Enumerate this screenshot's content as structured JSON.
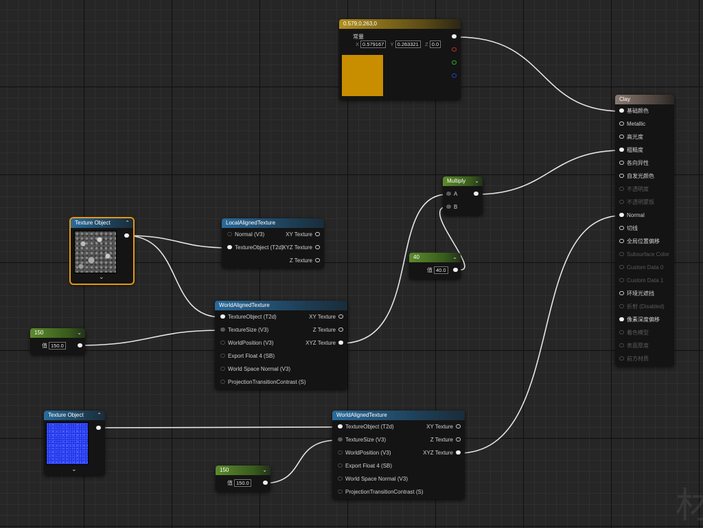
{
  "constant3": {
    "title": "0.579,0.263,0",
    "label": "常量",
    "axes": [
      "X",
      "Y",
      "Z"
    ],
    "x": "0.579167",
    "y": "0.263321",
    "z": "0.0",
    "swatch_color": "#c98e00"
  },
  "clay": {
    "title": "Clay",
    "inputs": [
      {
        "label": "基础颜色",
        "active": true
      },
      {
        "label": "Metallic",
        "active": true
      },
      {
        "label": "高光度",
        "active": true
      },
      {
        "label": "粗糙度",
        "active": true
      },
      {
        "label": "各向异性",
        "active": true
      },
      {
        "label": "自发光颜色",
        "active": true
      },
      {
        "label": "不透明度",
        "active": false
      },
      {
        "label": "不透明蒙版",
        "active": false
      },
      {
        "label": "Normal",
        "active": true
      },
      {
        "label": "切线",
        "active": true
      },
      {
        "label": "全局位置偏移",
        "active": true
      },
      {
        "label": "Subsurface Color",
        "active": false
      },
      {
        "label": "Custom Data 0",
        "active": false
      },
      {
        "label": "Custom Data 1",
        "active": false
      },
      {
        "label": "环境光遮挡",
        "active": true
      },
      {
        "label": "折射 (Disabled)",
        "active": false
      },
      {
        "label": "像素深度偏移",
        "active": true
      },
      {
        "label": "着色模型",
        "active": false
      },
      {
        "label": "表面厚度",
        "active": false
      },
      {
        "label": "前方材质",
        "active": false
      }
    ]
  },
  "multiply": {
    "title": "Multiply",
    "a": "A",
    "b": "B"
  },
  "scalar40": {
    "title": "40",
    "value_label": "值",
    "value": "40.0"
  },
  "texobj1": {
    "title": "Texture Object"
  },
  "texobj2": {
    "title": "Texture Object"
  },
  "local_aligned": {
    "title": "LocalAlignedTexture",
    "in_normal": "Normal (V3)",
    "in_texobj": "TextureObject (T2d)",
    "out_xy": "XY Texture",
    "out_xyz": "XYZ Texture",
    "out_z": "Z Texture"
  },
  "world_aligned1": {
    "title": "WorldAlignedTexture",
    "inputs": [
      "TextureObject (T2d)",
      "TextureSize (V3)",
      "WorldPosition (V3)",
      "Export Float 4 (SB)",
      "World Space Normal (V3)",
      "ProjectionTransitionContrast (S)"
    ],
    "outputs": [
      "XY Texture",
      "Z Texture",
      "XYZ Texture"
    ]
  },
  "world_aligned2": {
    "title": "WorldAlignedTexture",
    "inputs": [
      "TextureObject (T2d)",
      "TextureSize (V3)",
      "WorldPosition (V3)",
      "Export Float 4 (SB)",
      "World Space Normal (V3)",
      "ProjectionTransitionContrast (S)"
    ],
    "outputs": [
      "XY Texture",
      "Z Texture",
      "XYZ Texture"
    ]
  },
  "scalar150a": {
    "title": "150",
    "value_label": "值",
    "value": "150.0"
  },
  "scalar150b": {
    "title": "150",
    "value_label": "值",
    "value": "150.0"
  },
  "watermark": "材"
}
